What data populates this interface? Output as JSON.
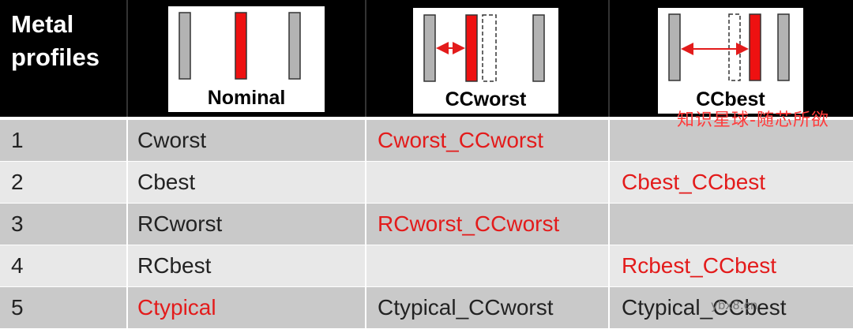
{
  "header": {
    "title": "Metal profiles",
    "diagrams": [
      {
        "label": "Nominal"
      },
      {
        "label": "CCworst"
      },
      {
        "label": "CCbest"
      }
    ]
  },
  "colors": {
    "accent_red": "#e31b1b",
    "wire_gray": "#b3b3b3",
    "row_odd": "#c9c9c9",
    "row_even": "#e8e8e8"
  },
  "rows": [
    {
      "num": "1",
      "nominal": "Cworst",
      "nominal_red": false,
      "ccworst": "Cworst_CCworst",
      "ccworst_red": true,
      "ccbest": "",
      "ccbest_red": false
    },
    {
      "num": "2",
      "nominal": "Cbest",
      "nominal_red": false,
      "ccworst": "",
      "ccworst_red": false,
      "ccbest": "Cbest_CCbest",
      "ccbest_red": true
    },
    {
      "num": "3",
      "nominal": "RCworst",
      "nominal_red": false,
      "ccworst": "RCworst_CCworst",
      "ccworst_red": true,
      "ccbest": "",
      "ccbest_red": false
    },
    {
      "num": "4",
      "nominal": "RCbest",
      "nominal_red": false,
      "ccworst": "",
      "ccworst_red": false,
      "ccbest": "Rcbest_CCbest",
      "ccbest_red": true
    },
    {
      "num": "5",
      "nominal": "Ctypical",
      "nominal_red": true,
      "ccworst": "Ctypical_CCworst",
      "ccworst_red": false,
      "ccbest": "Ctypical_CCbest",
      "ccbest_red": false
    }
  ],
  "watermark": "知识星球-随芯所欲",
  "watermark2": "ybx8.cn"
}
